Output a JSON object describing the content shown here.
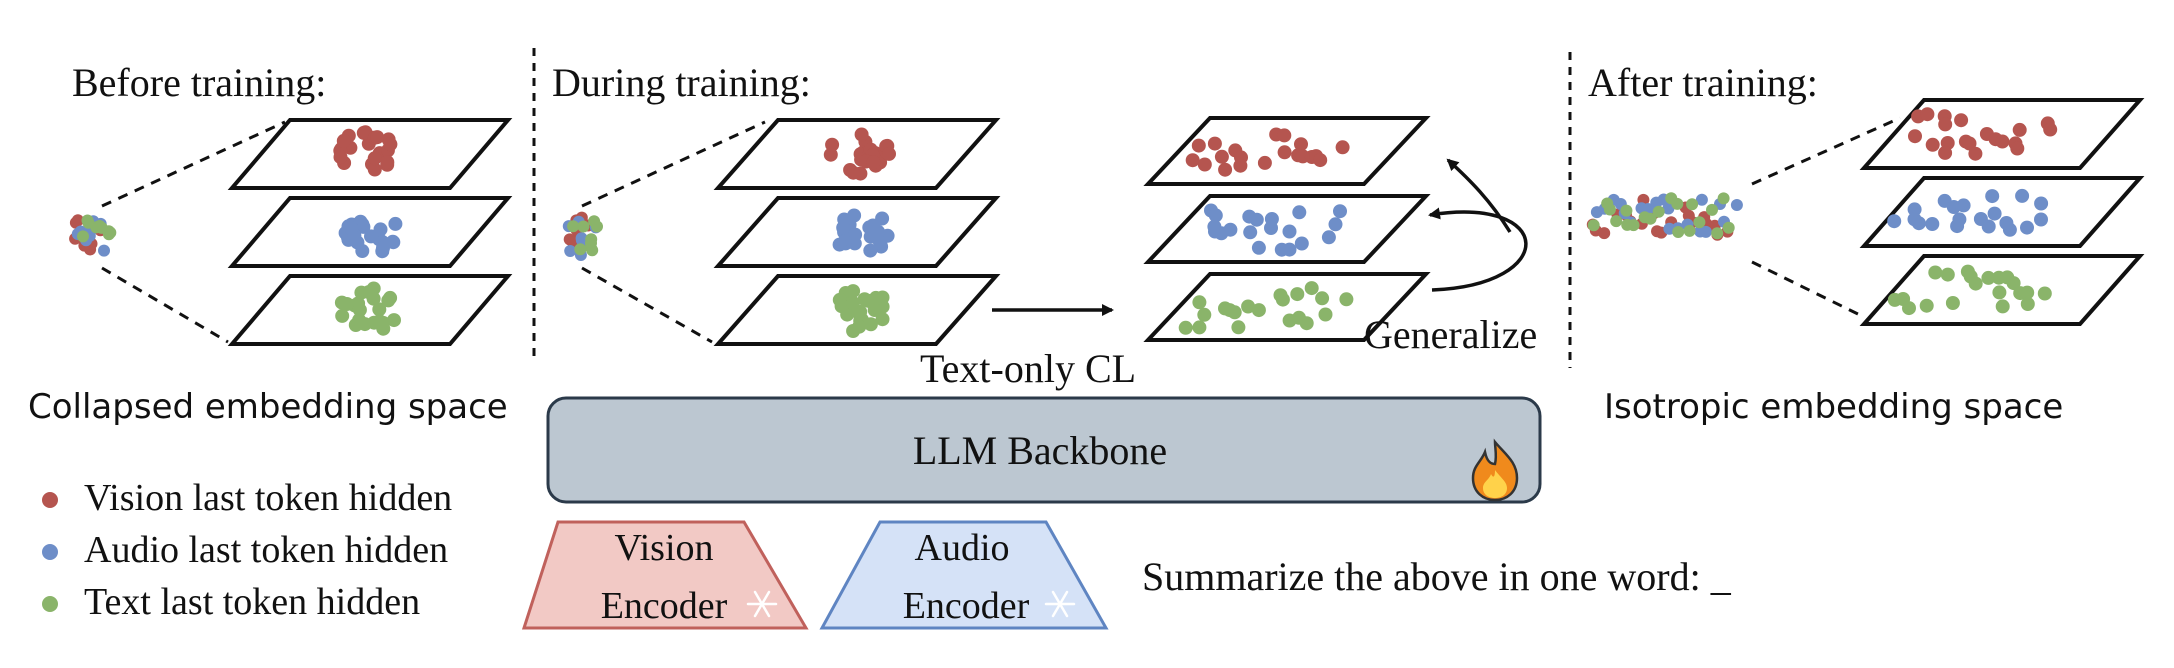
{
  "panels": {
    "before": {
      "heading": "Before training:",
      "caption": "Collapsed embedding space"
    },
    "during": {
      "heading": "During training:",
      "arrow_label": "Text-only CL",
      "generalize_label": "Generalize"
    },
    "after": {
      "heading": "After training:",
      "caption": "Isotropic embedding space"
    }
  },
  "legend": [
    {
      "label": "Vision last token hidden",
      "color": "#b5554f"
    },
    {
      "label": "Audio last token hidden",
      "color": "#6e8ec8"
    },
    {
      "label": "Text last token hidden",
      "color": "#8ab46a"
    }
  ],
  "backbone": {
    "label": "LLM Backbone",
    "icon": "fire-icon"
  },
  "encoders": {
    "vision": {
      "line1": "Vision",
      "line2": "Encoder",
      "icon": "snowflake-icon"
    },
    "audio": {
      "line1": "Audio",
      "line2": "Encoder",
      "icon": "snowflake-icon"
    }
  },
  "prompt": "Summarize the above in one word: _"
}
